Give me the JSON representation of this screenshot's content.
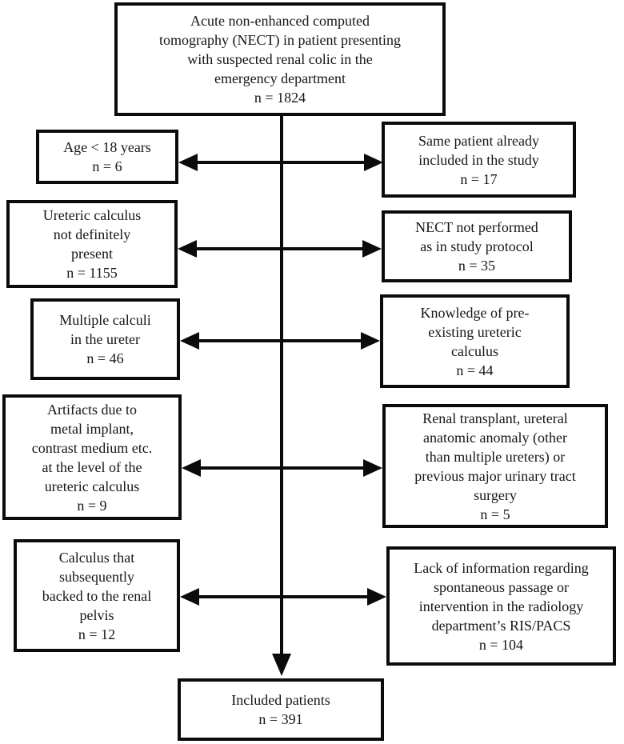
{
  "figure": {
    "type": "patient-selection-flowchart",
    "background_color": "#ffffff",
    "line_color": "#0b0b0b",
    "text_color": "#161616"
  },
  "boxes": {
    "source": {
      "text": [
        "Acute non-enhanced computed",
        "tomography (NECT) in patient presenting",
        "with suspected renal colic in the",
        "emergency department",
        "n = 1824"
      ],
      "n": 1824
    },
    "left1": {
      "text": [
        "Age < 18 years",
        "n = 6"
      ],
      "n": 6
    },
    "right1": {
      "text": [
        "Same patient already",
        "included in the study",
        "n = 17"
      ],
      "n": 17
    },
    "left2": {
      "text": [
        "Ureteric calculus",
        "not definitely",
        "present",
        "n = 1155"
      ],
      "n": 1155
    },
    "right2": {
      "text": [
        "NECT not performed",
        "as in study protocol",
        "n = 35"
      ],
      "n": 35
    },
    "left3": {
      "text": [
        "Multiple calculi",
        "in the ureter",
        "n = 46"
      ],
      "n": 46
    },
    "right3": {
      "text": [
        "Knowledge of pre-",
        "existing ureteric",
        "calculus",
        "n = 44"
      ],
      "n": 44
    },
    "left4": {
      "text": [
        "Artifacts due to",
        "metal implant,",
        "contrast medium etc.",
        "at the level of the",
        "ureteric calculus",
        "n = 9"
      ],
      "n": 9
    },
    "right4": {
      "text": [
        "Renal transplant, ureteral",
        "anatomic anomaly (other",
        "than multiple ureters) or",
        "previous major urinary tract",
        "surgery",
        "n = 5"
      ],
      "n": 5
    },
    "left5": {
      "text": [
        "Calculus that",
        "subsequently",
        "backed to the renal",
        "pelvis",
        "n = 12"
      ],
      "n": 12
    },
    "right5": {
      "text": [
        "Lack of information regarding",
        "spontaneous passage or",
        "intervention in the radiology",
        "department’s RIS/PACS",
        "n = 104"
      ],
      "n": 104
    },
    "included": {
      "text": [
        "Included patients",
        "n = 391"
      ],
      "n": 391
    }
  }
}
